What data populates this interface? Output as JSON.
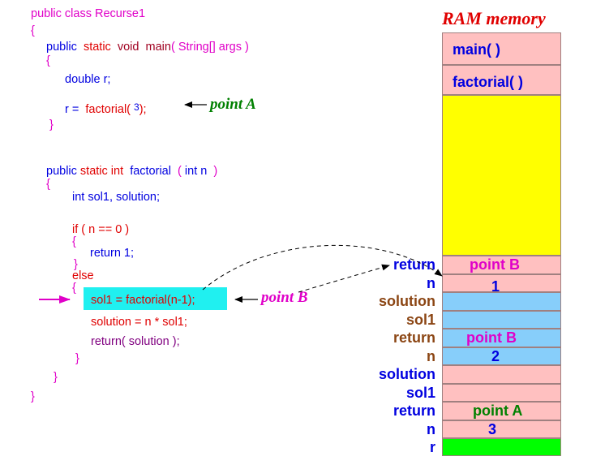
{
  "code": {
    "class_decl": "public class Recurse1",
    "brace_open1": "{",
    "main_public": "public",
    "main_static": "static",
    "main_void": "void",
    "main_name": "main",
    "main_params": "( String[] args )",
    "brace_open2": "{",
    "double_r": "double r;",
    "r_assign": "r =",
    "fact_call_name": "factorial(",
    "fact_call_arg": "3",
    "fact_call_close": ");",
    "brace_close2": "}",
    "fact_public": "public",
    "fact_static": "static",
    "fact_int": "int",
    "fact_name": "factorial",
    "fact_paren_open": "(",
    "fact_param": "int n",
    "fact_paren_close": ")",
    "brace_open3": "{",
    "locals": "int sol1, solution;",
    "if_line": "if ( n == 0 )",
    "brace_open4": "{",
    "return1": "return 1;",
    "brace_close4": "}",
    "else": "else",
    "brace_open5": "{",
    "sol1_line": "sol1 = factorial(n-1);",
    "solution_line": "solution = n * sol1;",
    "return_solution": "return( solution );",
    "brace_close5": "}",
    "brace_close3": "}",
    "brace_close1": "}"
  },
  "annotations": {
    "point_a": "point A",
    "point_b": "point B"
  },
  "memory": {
    "title": "RAM memory",
    "main_frame": "main( )",
    "factorial_frame": "factorial( )",
    "stack": [
      {
        "label": "return",
        "value": "point B"
      },
      {
        "label": "n",
        "value": "1"
      },
      {
        "label": "solution",
        "value": ""
      },
      {
        "label": "sol1",
        "value": ""
      },
      {
        "label": "return",
        "value": "point B"
      },
      {
        "label": "n",
        "value": "2"
      },
      {
        "label": "solution",
        "value": ""
      },
      {
        "label": "sol1",
        "value": ""
      },
      {
        "label": "return",
        "value": "point A"
      },
      {
        "label": "n",
        "value": "3"
      },
      {
        "label": "r",
        "value": ""
      }
    ]
  },
  "colors": {
    "pink": "#ffc0c0",
    "yellow": "#ffff00",
    "light_blue": "#87cefa",
    "green": "#00ff00",
    "cyan": "#20f0f0"
  }
}
